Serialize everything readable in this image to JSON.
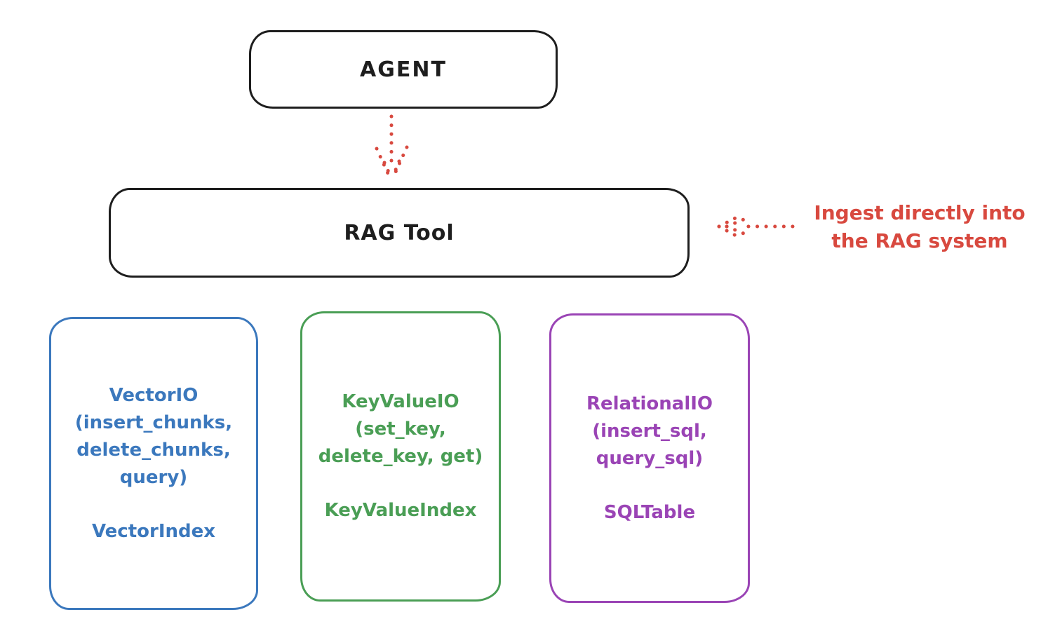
{
  "colors": {
    "ink": "#1e1e1e",
    "red": "#d8493f",
    "blue": "#3b78bd",
    "green": "#4a9e55",
    "purple": "#9a44b5",
    "background": "#ffffff"
  },
  "agent": {
    "label": "AGENT"
  },
  "rag_tool": {
    "label": "RAG Tool"
  },
  "annotation": {
    "line1": "Ingest directly into",
    "line2": "the RAG system"
  },
  "backends": [
    {
      "color": "#3b78bd",
      "lines": [
        "VectorIO",
        "(insert_chunks,",
        "delete_chunks,",
        "query)"
      ],
      "index": "VectorIndex"
    },
    {
      "color": "#4a9e55",
      "lines": [
        "KeyValueIO",
        "(set_key,",
        "delete_key, get)"
      ],
      "index": "KeyValueIndex"
    },
    {
      "color": "#9a44b5",
      "lines": [
        "RelationalIO",
        "(insert_sql,",
        "query_sql)"
      ],
      "index": "SQLTable"
    }
  ]
}
